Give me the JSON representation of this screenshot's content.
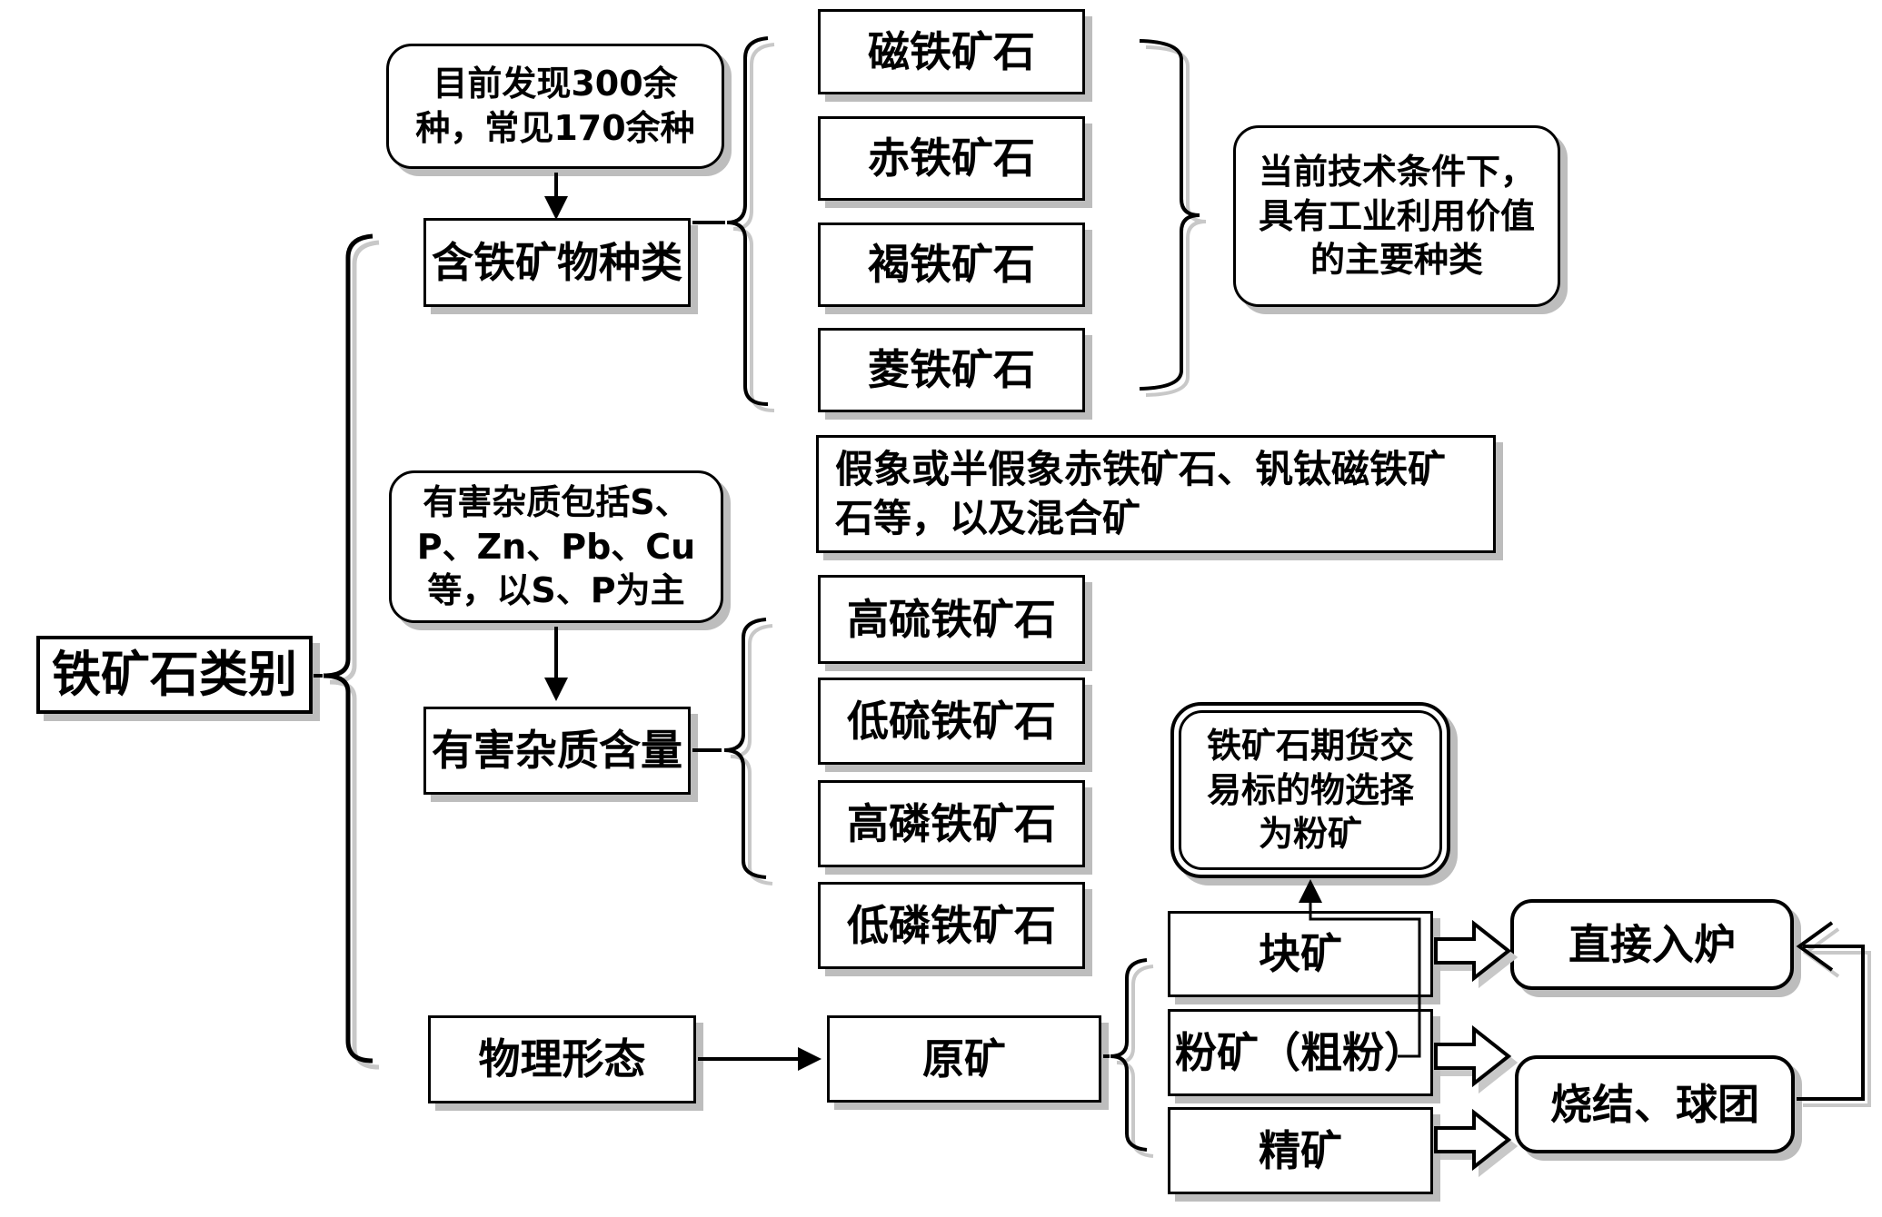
{
  "diagram": {
    "title": "铁矿石类别",
    "colors": {
      "border": "#000000",
      "shadow": "#bdbdbd",
      "background": "#ffffff"
    },
    "branch_mineral": {
      "note": "目前发现300余\n种，常见170余种",
      "label": "含铁矿物种类",
      "items": [
        "磁铁矿石",
        "赤铁矿石",
        "褐铁矿石",
        "菱铁矿石"
      ],
      "items_note": "当前技术条件下，\n具有工业利用价值\n的主要种类",
      "extra": "假象或半假象赤铁矿石、钒钛磁铁矿\n石等，以及混合矿"
    },
    "branch_impurity": {
      "note": "有害杂质包括S、\nP、Zn、Pb、Cu\n等，以S、P为主",
      "label": "有害杂质含量",
      "items": [
        "高硫铁矿石",
        "低硫铁矿石",
        "高磷铁矿石",
        "低磷铁矿石"
      ]
    },
    "branch_physical": {
      "label": "物理形态",
      "raw_ore": "原矿",
      "forms": [
        "块矿",
        "粉矿（粗粉）",
        "精矿"
      ],
      "futures_note": "铁矿石期货交\n易标的物选择\n为粉矿",
      "process_direct": "直接入炉",
      "process_sinter": "烧结、球团"
    }
  }
}
